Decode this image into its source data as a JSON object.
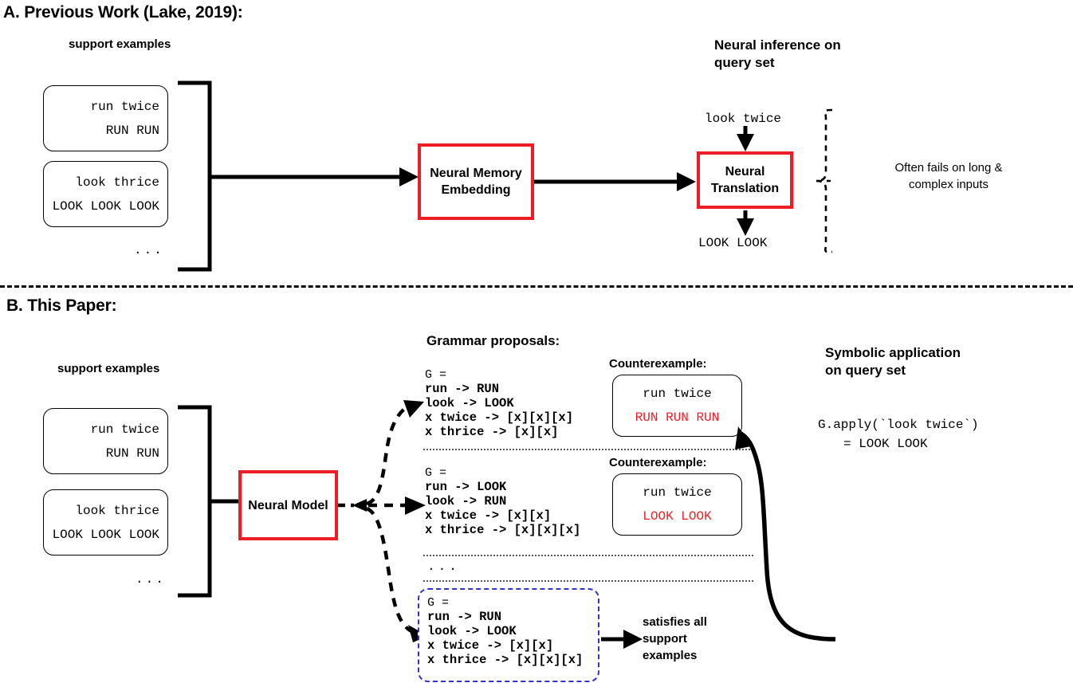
{
  "panels": {
    "a": {
      "title": "A. Previous Work (Lake, 2019):",
      "support_label": "support examples",
      "support_examples": [
        {
          "input": "run twice",
          "output": "RUN RUN"
        },
        {
          "input": "look thrice",
          "output": "LOOK LOOK LOOK"
        }
      ],
      "ellipsis": "...",
      "memory_box": "Neural Memory\nEmbedding",
      "inference_heading": "Neural inference on\nquery set",
      "query_input": "look twice",
      "translation_box": "Neural\nTranslation",
      "query_output": "LOOK LOOK",
      "failure_note": "Often fails on long &\ncomplex inputs"
    },
    "b": {
      "title": "B. This Paper:",
      "support_label": "support examples",
      "support_examples": [
        {
          "input": "run twice",
          "output": "RUN RUN"
        },
        {
          "input": "look thrice",
          "output": "LOOK LOOK LOOK"
        }
      ],
      "ellipsis": "...",
      "model_box": "Neural Model",
      "proposals_heading": "Grammar proposals:",
      "proposals": [
        {
          "rules": [
            "G =",
            "run -> RUN",
            "look -> LOOK",
            "x twice -> [x][x][x]",
            "x thrice -> [x][x]"
          ],
          "counterexample_label": "Counterexample:",
          "counterexample": {
            "input": "run twice",
            "output": "RUN RUN RUN"
          },
          "selected": false
        },
        {
          "rules": [
            "G =",
            "run -> LOOK",
            "look -> RUN",
            "x twice -> [x][x]",
            "x thrice -> [x][x][x]"
          ],
          "counterexample_label": "Counterexample:",
          "counterexample": {
            "input": "run twice",
            "output": "LOOK LOOK"
          },
          "selected": false
        },
        {
          "rules": [
            "G =",
            "run -> RUN",
            "look -> LOOK",
            "x twice -> [x][x]",
            "x thrice -> [x][x][x]"
          ],
          "counterexample_label": "",
          "counterexample": null,
          "selected": true
        }
      ],
      "proposals_ellipsis": "...",
      "satisfies_note": "satisfies all\nsupport\nexamples",
      "symbolic_heading": "Symbolic application\non query set",
      "symbolic_result_line1": "G.apply(`look twice`)",
      "symbolic_result_line2": "= LOOK LOOK"
    }
  },
  "colors": {
    "red_accent": "#EE1C25",
    "blue_dashed": "#3333CC",
    "black": "#000000"
  }
}
